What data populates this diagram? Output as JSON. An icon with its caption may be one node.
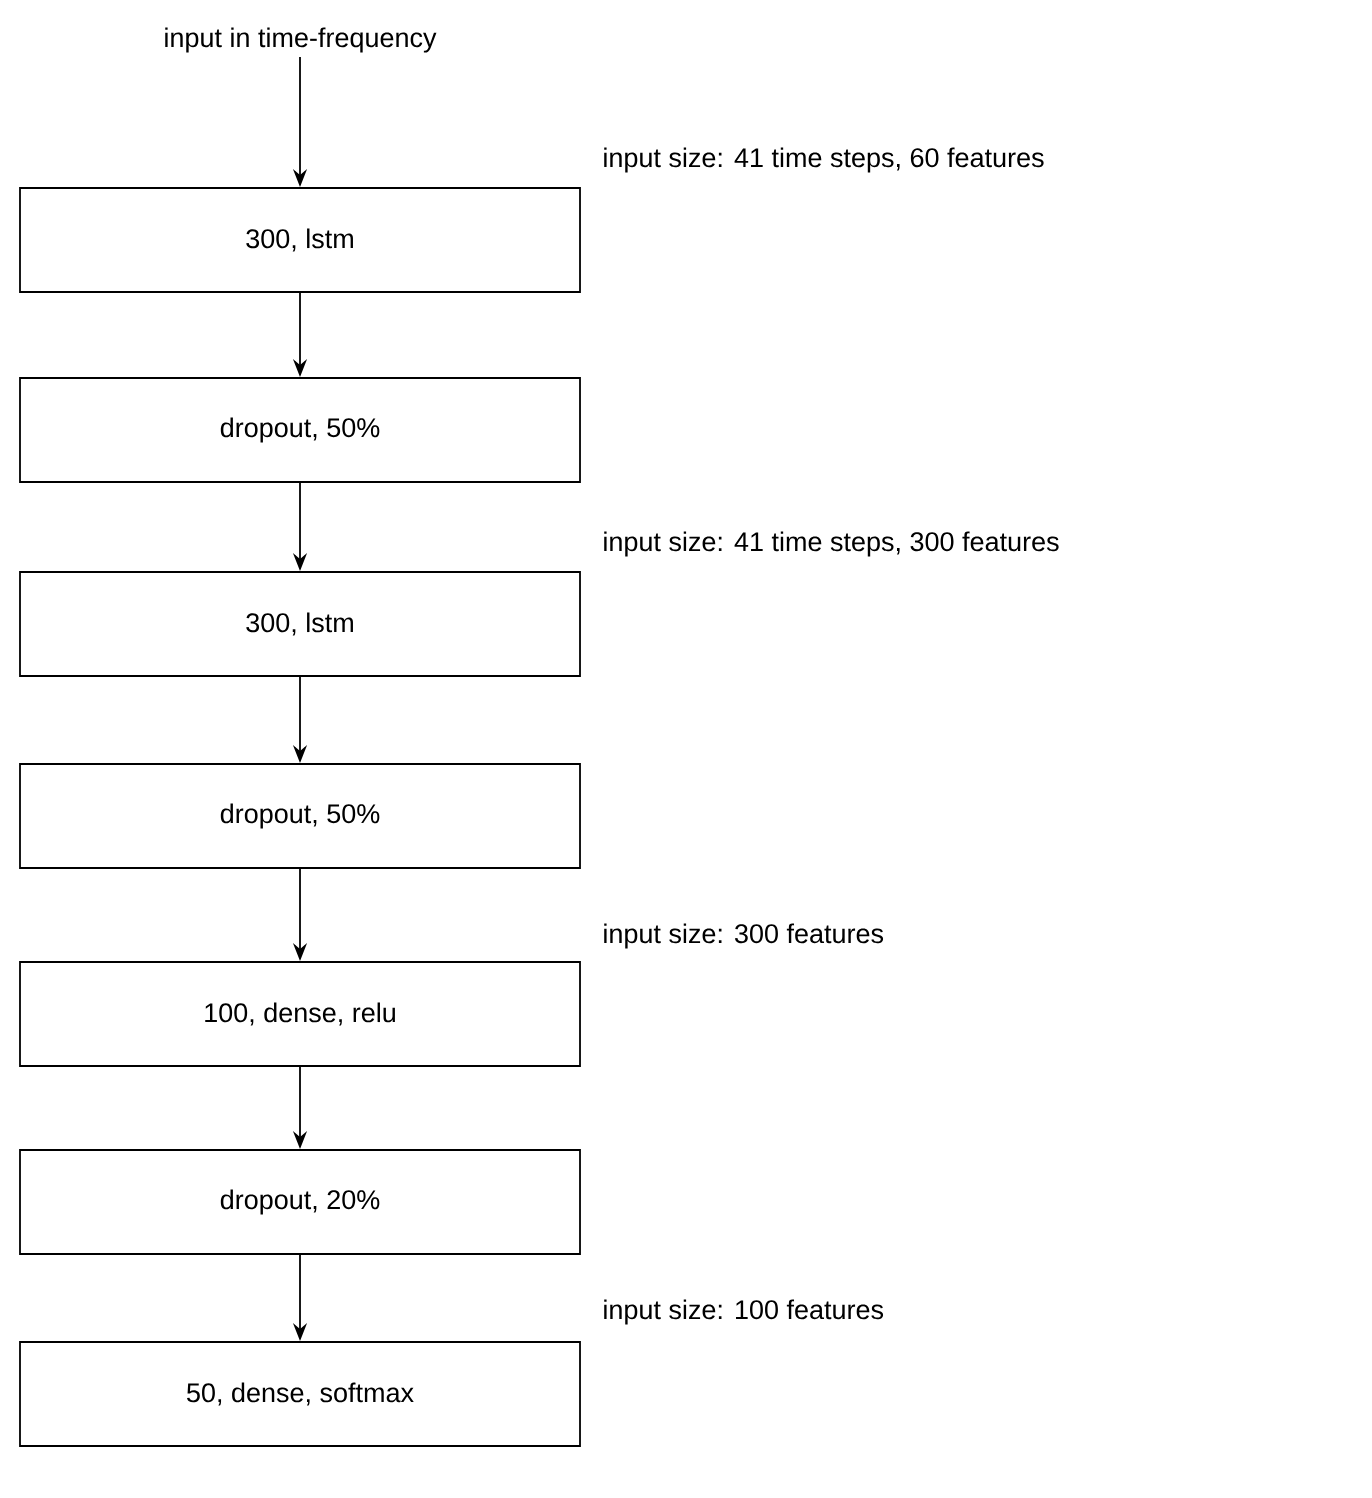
{
  "diagram": {
    "nodes": [
      {
        "text": [
          "input in time-frequency"
        ]
      },
      {
        "text": [
          "300, lstm"
        ],
        "beside": [
          "input size: 41 time steps, 60 features"
        ]
      },
      {
        "text": [
          "dropout, 50%"
        ]
      },
      {
        "text": [
          "300, lstm"
        ],
        "beside": [
          "input size: 41 time steps, 300 features"
        ]
      },
      {
        "text": [
          "dropout, 50%"
        ]
      },
      {
        "text": [
          "100, dense, relu"
        ],
        "beside": [
          "input size: 300 features"
        ]
      },
      {
        "text": [
          "dropout, 20%"
        ]
      },
      {
        "text": [
          "50, dense, softmax"
        ],
        "beside": [
          "input size: 100 features"
        ]
      }
    ],
    "edges": [
      {
        "from": 0,
        "to": 1,
        "arrow": "to"
      },
      {
        "from": 1,
        "to": 2,
        "arrow": "to"
      },
      {
        "from": 2,
        "to": 3,
        "arrow": "to"
      },
      {
        "from": 3,
        "to": 4,
        "arrow": "to"
      },
      {
        "from": 4,
        "to": 5,
        "arrow": "to"
      },
      {
        "from": 5,
        "to": 6,
        "arrow": "to"
      },
      {
        "from": 6,
        "to": 7,
        "arrow": "to"
      }
    ]
  }
}
